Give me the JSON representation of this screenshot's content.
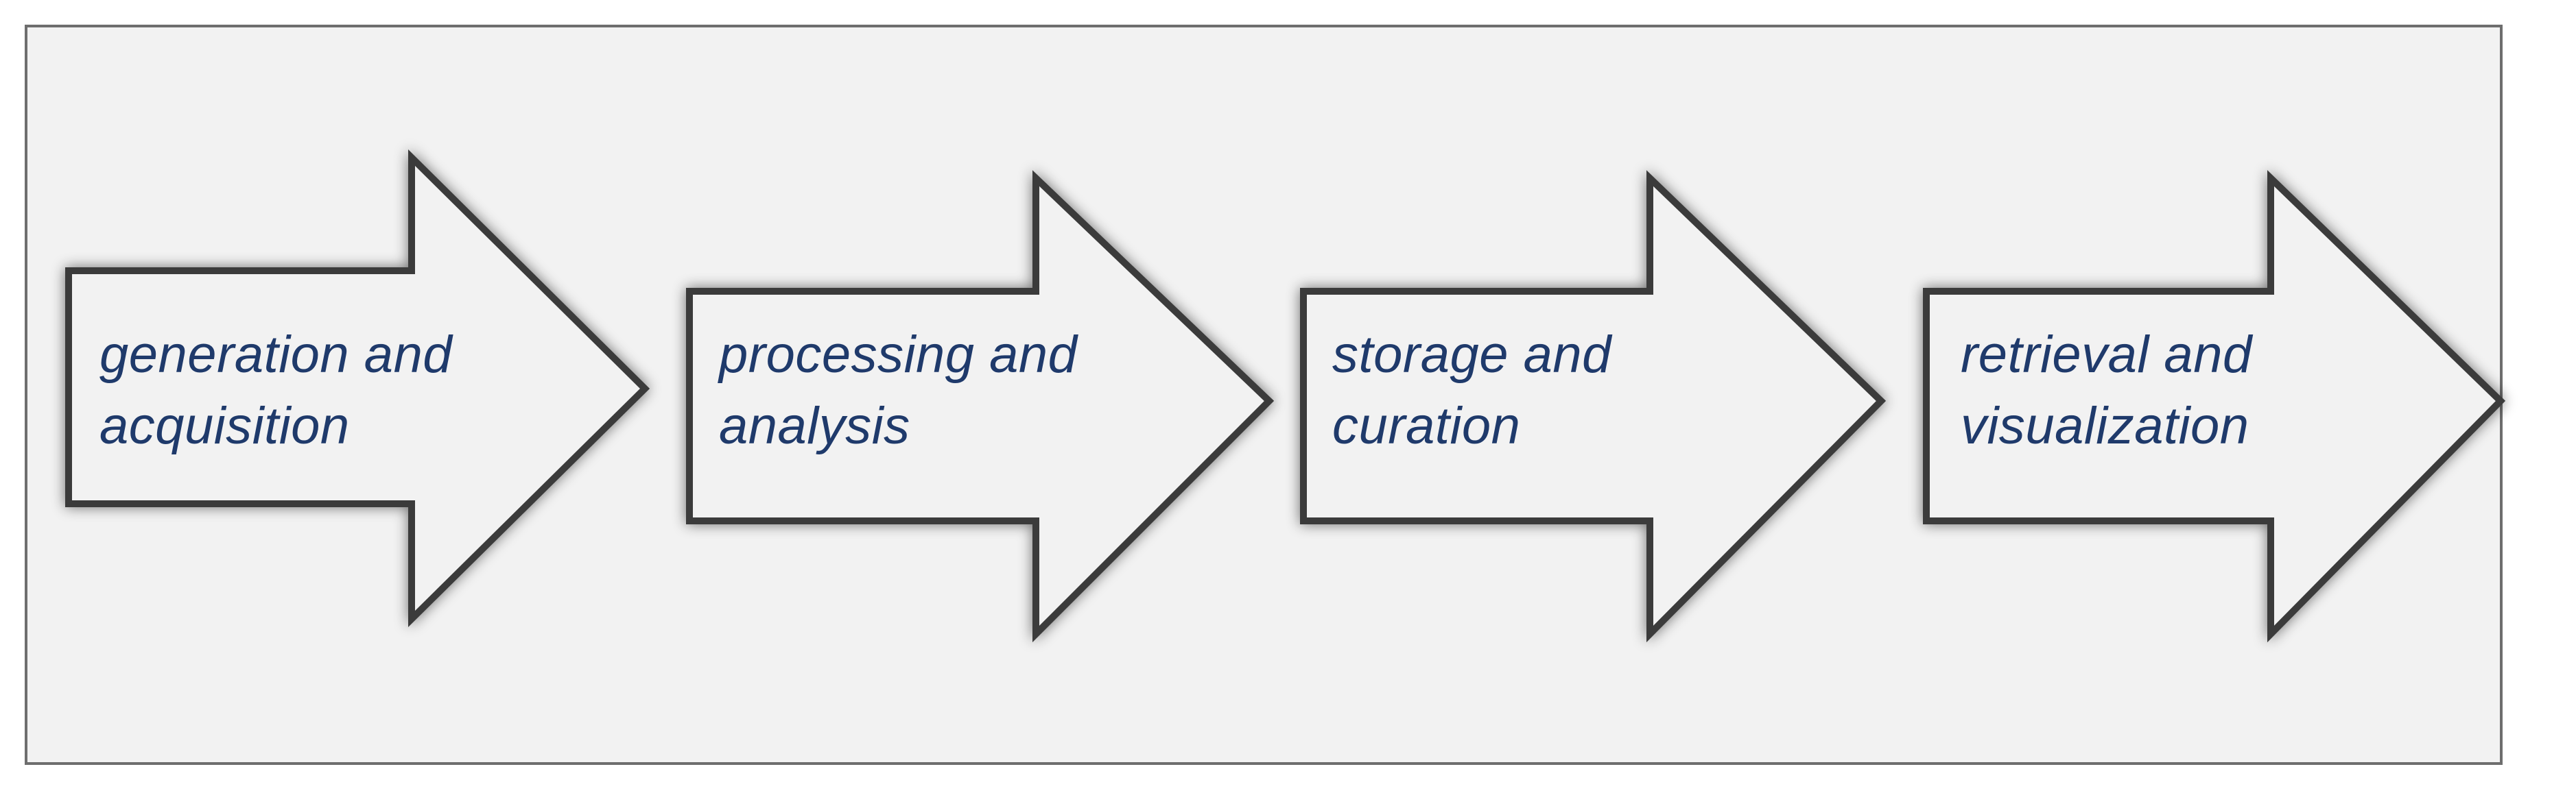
{
  "diagram": {
    "colors": {
      "arrow_fill": "#f2f2f2",
      "arrow_border": "#3a3a3a",
      "label": "#1f3a6b",
      "frame_bg": "#f2f2f2",
      "frame_border": "#6e6e6e"
    },
    "steps": [
      {
        "line1": "generation and",
        "line2": "acquisition"
      },
      {
        "line1": "processing and",
        "line2": "analysis"
      },
      {
        "line1": "storage and",
        "line2": "curation"
      },
      {
        "line1": "retrieval and",
        "line2": "visualization"
      }
    ]
  }
}
